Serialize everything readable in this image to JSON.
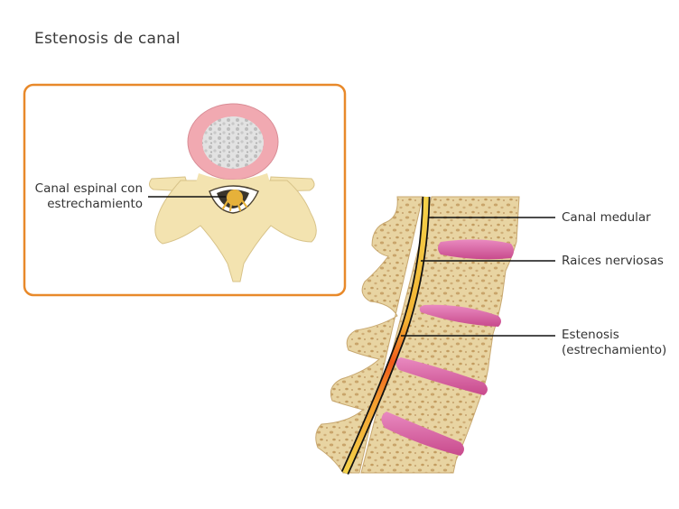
{
  "title": "Estenosis de canal",
  "inset": {
    "label_line1": "Canal espinal con",
    "label_line2": "estrechamiento",
    "frame_color": "#e8892a"
  },
  "labels": {
    "canal_medular": "Canal medular",
    "raices_nerviosas": "Raices nerviosas",
    "estenosis_line1": "Estenosis",
    "estenosis_line2": "(estrechamiento)"
  },
  "colors": {
    "bone": "#e9d6a6",
    "bone_speckle": "#c9a56b",
    "disc": "#d9609f",
    "cord": "#f0c23a",
    "stenosis": "#ef6a1e",
    "vertebra_ring": "#f1a9b1"
  }
}
